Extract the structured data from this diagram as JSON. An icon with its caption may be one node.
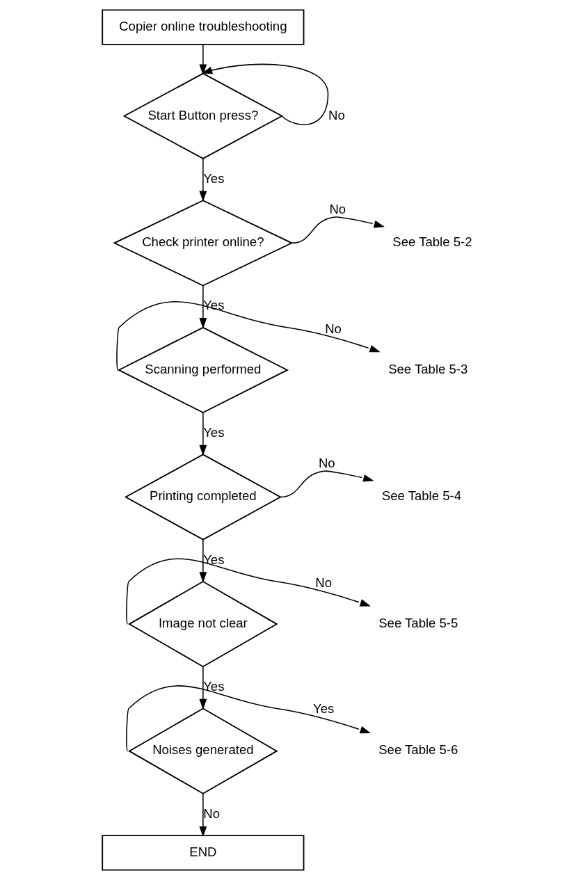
{
  "diagram": {
    "nodes": [
      {
        "text": [
          "Copier online troubleshooting"
        ]
      },
      {
        "text": [
          "Start Button press?"
        ]
      },
      {
        "text": [
          "Check printer online?"
        ]
      },
      {
        "text": [
          "See Table 5-2"
        ]
      },
      {
        "text": [
          "Scanning performed"
        ]
      },
      {
        "text": [
          "See Table 5-3"
        ]
      },
      {
        "text": [
          "Printing completed"
        ]
      },
      {
        "text": [
          "See Table 5-4"
        ]
      },
      {
        "text": [
          "Image not clear"
        ]
      },
      {
        "text": [
          "See Table 5-5"
        ]
      },
      {
        "text": [
          "Noises generated"
        ]
      },
      {
        "text": [
          "See Table 5-6"
        ]
      },
      {
        "text": [
          "END"
        ]
      }
    ],
    "edges": [
      {
        "from": 0,
        "to": 1,
        "arrow": "to"
      },
      {
        "from": 1,
        "to": 1,
        "arrow": "to",
        "label": "No"
      },
      {
        "from": 1,
        "to": 2,
        "arrow": "to",
        "label": "Yes"
      },
      {
        "from": 2,
        "to": 3,
        "arrow": "to",
        "label": "No"
      },
      {
        "from": 2,
        "to": 4,
        "arrow": "to",
        "label": "Yes"
      },
      {
        "from": 4,
        "to": 5,
        "arrow": "to",
        "label": "No"
      },
      {
        "from": 4,
        "to": 6,
        "arrow": "to",
        "label": "Yes"
      },
      {
        "from": 6,
        "to": 7,
        "arrow": "to",
        "label": "No"
      },
      {
        "from": 6,
        "to": 8,
        "arrow": "to",
        "label": "Yes"
      },
      {
        "from": 8,
        "to": 9,
        "arrow": "to",
        "label": "No"
      },
      {
        "from": 8,
        "to": 10,
        "arrow": "to",
        "label": "Yes"
      },
      {
        "from": 10,
        "to": 11,
        "arrow": "to",
        "label": "Yes"
      },
      {
        "from": 10,
        "to": 12,
        "arrow": "to",
        "label": "No"
      }
    ]
  }
}
